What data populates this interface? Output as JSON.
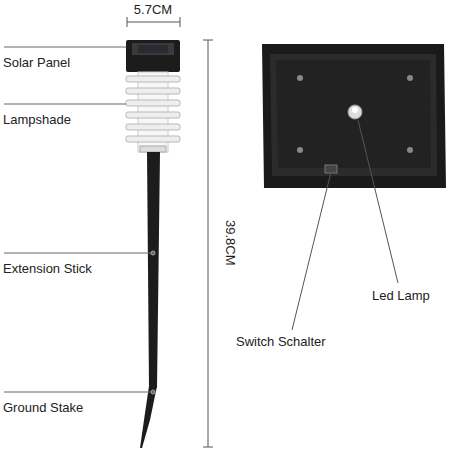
{
  "diagram": {
    "labels": [
      "5.7CM",
      "Solar Panel",
      "Lampshade",
      "Extension Stick",
      "Ground Stake",
      "39.8CM",
      "Led Lamp",
      "Switch Schalter"
    ]
  }
}
